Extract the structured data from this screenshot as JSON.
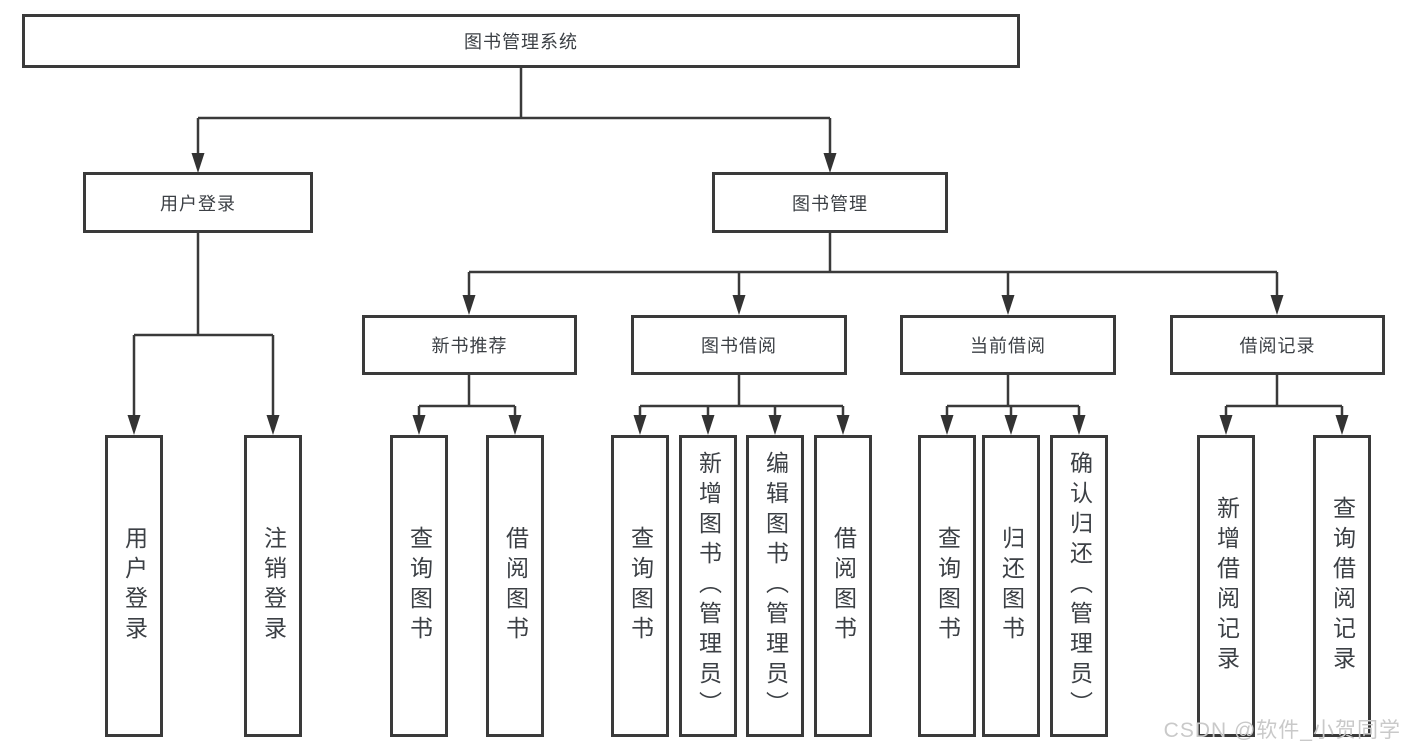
{
  "nodes": {
    "root": "图书管理系统",
    "level2": [
      "用户登录",
      "图书管理"
    ],
    "level3": [
      "新书推荐",
      "图书借阅",
      "当前借阅",
      "借阅记录"
    ],
    "leaves": {
      "user_login": [
        "用户登录",
        "注销登录"
      ],
      "new_book_rec": [
        "查询图书",
        "借阅图书"
      ],
      "book_borrow": [
        "查询图书",
        "新增图书（管理员）",
        "编辑图书（管理员）",
        "借阅图书"
      ],
      "current_borrow": [
        "查询图书",
        "归还图书",
        "确认归还（管理员）"
      ],
      "borrow_record": [
        "新增借阅记录",
        "查询借阅记录"
      ]
    }
  },
  "watermark": "CSDN @软件_小贺同学",
  "colors": {
    "line": "#3a3a3a",
    "text": "#3c4045",
    "watermark": "#c9c9c9",
    "background": "#ffffff"
  }
}
